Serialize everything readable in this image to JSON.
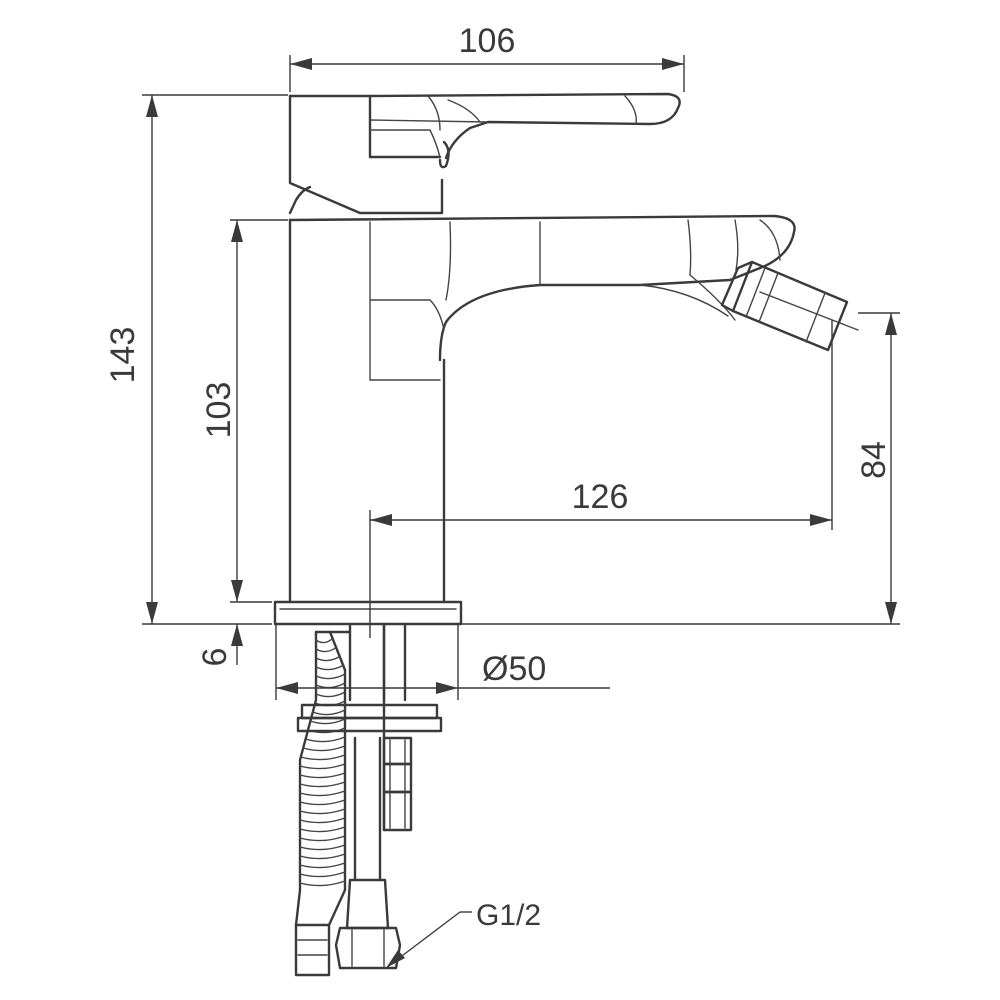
{
  "dimensions": {
    "overall_width": "106",
    "overall_height": "143",
    "body_height": "103",
    "base_thickness": "6",
    "base_diameter": "Ø50",
    "spout_reach": "126",
    "outlet_height": "84"
  },
  "callouts": {
    "connection_thread": "G1/2"
  }
}
